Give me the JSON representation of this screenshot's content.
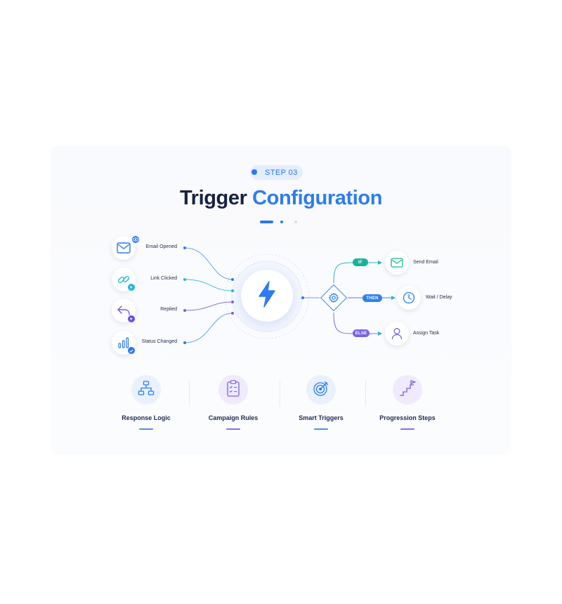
{
  "step_badge": {
    "label": "STEP 03"
  },
  "title": {
    "word1": "Trigger",
    "word2": "Configuration"
  },
  "colors": {
    "navy": "#172243",
    "blue": "#2d7cf0",
    "cyan": "#22b8d8",
    "purple": "#7a5fe0",
    "teal": "#1fb39a",
    "if_pill": "#16b39b",
    "then_pill": "#2f7ff0",
    "else_pill": "#7b61e6"
  },
  "triggers": [
    {
      "label": "Email Opened",
      "icon": "mail-icon",
      "badge_icon": "eye-icon"
    },
    {
      "label": "Link Clicked",
      "icon": "link-icon",
      "badge_icon": "cursor-icon"
    },
    {
      "label": "Replied",
      "icon": "reply-icon",
      "badge_icon": "cursor-icon"
    },
    {
      "label": "Status Changed",
      "icon": "bar-chart-icon",
      "badge_icon": "check-icon"
    }
  ],
  "hub": {
    "icon": "lightning-icon"
  },
  "decision": {
    "icon": "gear-icon"
  },
  "branches": [
    {
      "condition": "IF",
      "action": "Send Email",
      "icon": "mail-icon"
    },
    {
      "condition": "THEN",
      "action": "Wait / Delay",
      "icon": "clock-icon"
    },
    {
      "condition": "ELSE",
      "action": "Assign Task",
      "icon": "person-icon"
    }
  ],
  "features": [
    {
      "label": "Response Logic",
      "icon": "org-chart-icon"
    },
    {
      "label": "Campaign Rules",
      "icon": "clipboard-icon"
    },
    {
      "label": "Smart Triggers",
      "icon": "target-icon"
    },
    {
      "label": "Progression Steps",
      "icon": "stairs-flag-icon"
    }
  ]
}
